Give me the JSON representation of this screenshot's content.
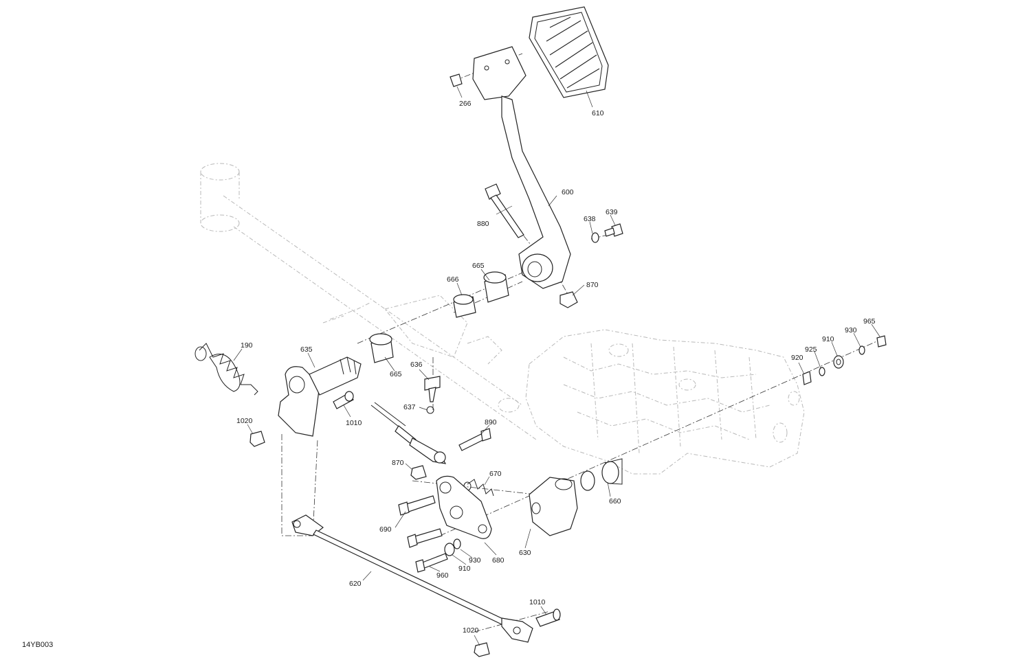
{
  "figure": {
    "reference": "14YB003"
  },
  "parts": [
    {
      "id": "p266",
      "number": "266",
      "name": "nut"
    },
    {
      "id": "p610",
      "number": "610",
      "name": "pedal-pad"
    },
    {
      "id": "p600",
      "number": "600",
      "name": "brake-pedal-arm"
    },
    {
      "id": "p880",
      "number": "880",
      "name": "pedal-bolt"
    },
    {
      "id": "p639",
      "number": "639",
      "name": "screw"
    },
    {
      "id": "p638",
      "number": "638",
      "name": "washer"
    },
    {
      "id": "p665a",
      "number": "665",
      "name": "bushing"
    },
    {
      "id": "p666",
      "number": "666",
      "name": "bushing"
    },
    {
      "id": "p870a",
      "number": "870",
      "name": "nut"
    },
    {
      "id": "p190",
      "number": "190",
      "name": "return-spring"
    },
    {
      "id": "p635",
      "number": "635",
      "name": "splined-shaft-lever"
    },
    {
      "id": "p665b",
      "number": "665",
      "name": "bushing"
    },
    {
      "id": "p636",
      "number": "636",
      "name": "stopper"
    },
    {
      "id": "p637",
      "number": "637",
      "name": "washer"
    },
    {
      "id": "p1010a",
      "number": "1010",
      "name": "clevis-pin"
    },
    {
      "id": "p1020a",
      "number": "1020",
      "name": "nut"
    },
    {
      "id": "p890",
      "number": "890",
      "name": "bolt"
    },
    {
      "id": "p870b",
      "number": "870",
      "name": "nut"
    },
    {
      "id": "p670",
      "number": "670",
      "name": "spring"
    },
    {
      "id": "p660",
      "number": "660",
      "name": "bushing"
    },
    {
      "id": "p690",
      "number": "690",
      "name": "bolt"
    },
    {
      "id": "p680",
      "number": "680",
      "name": "bracket"
    },
    {
      "id": "p630",
      "number": "630",
      "name": "lever"
    },
    {
      "id": "p930a",
      "number": "930",
      "name": "washer"
    },
    {
      "id": "p910a",
      "number": "910",
      "name": "bearing"
    },
    {
      "id": "p960",
      "number": "960",
      "name": "bolt"
    },
    {
      "id": "p620",
      "number": "620",
      "name": "rod"
    },
    {
      "id": "p1010b",
      "number": "1010",
      "name": "clevis-pin"
    },
    {
      "id": "p1020b",
      "number": "1020",
      "name": "nut"
    },
    {
      "id": "p920",
      "number": "920",
      "name": "nut"
    },
    {
      "id": "p925",
      "number": "925",
      "name": "washer"
    },
    {
      "id": "p910b",
      "number": "910",
      "name": "bearing"
    },
    {
      "id": "p930b",
      "number": "930",
      "name": "washer"
    },
    {
      "id": "p965",
      "number": "965",
      "name": "nut"
    }
  ]
}
